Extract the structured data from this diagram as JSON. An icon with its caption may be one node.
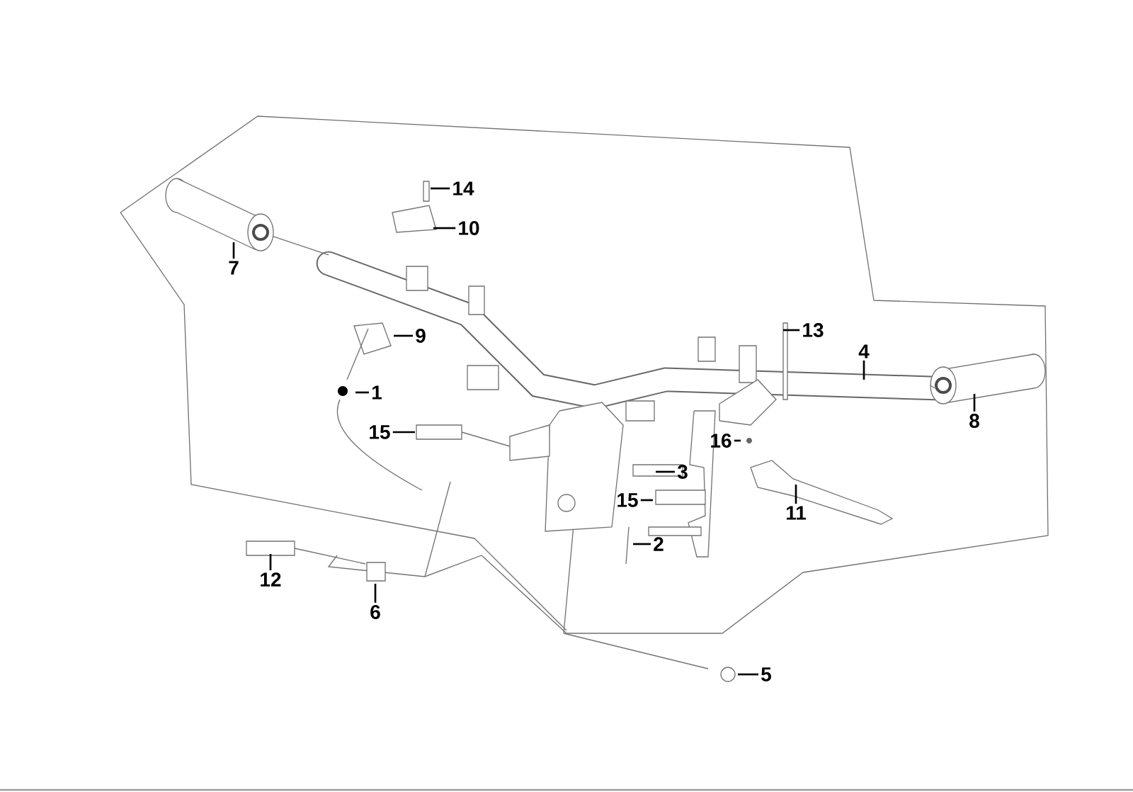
{
  "diagram": {
    "nodes": [
      {
        "text": [
          "14"
        ]
      },
      {
        "text": [
          "10"
        ]
      },
      {
        "text": [
          "7"
        ]
      },
      {
        "text": [
          "13"
        ]
      },
      {
        "text": [
          "9"
        ]
      },
      {
        "text": [
          "4"
        ]
      },
      {
        "text": [
          "1"
        ]
      },
      {
        "text": [
          "8"
        ]
      },
      {
        "text": [
          "15"
        ]
      },
      {
        "text": [
          "16"
        ]
      },
      {
        "text": [
          "3"
        ]
      },
      {
        "text": [
          "15"
        ]
      },
      {
        "text": [
          "11"
        ]
      },
      {
        "text": [
          "2"
        ]
      },
      {
        "text": [
          "12"
        ]
      },
      {
        "text": [
          "6"
        ]
      },
      {
        "text": [
          "5"
        ]
      }
    ],
    "edges": [
      {
        "from": 0,
        "to": null,
        "arrow": "none"
      },
      {
        "from": 1,
        "to": null,
        "arrow": "none"
      },
      {
        "from": 2,
        "to": null,
        "arrow": "none"
      },
      {
        "from": 3,
        "to": null,
        "arrow": "none"
      },
      {
        "from": 4,
        "to": null,
        "arrow": "none"
      },
      {
        "from": 5,
        "to": null,
        "arrow": "none"
      },
      {
        "from": 6,
        "to": null,
        "arrow": "none"
      },
      {
        "from": 7,
        "to": null,
        "arrow": "none"
      },
      {
        "from": 8,
        "to": null,
        "arrow": "none"
      },
      {
        "from": 9,
        "to": null,
        "arrow": "none"
      },
      {
        "from": 10,
        "to": null,
        "arrow": "none"
      },
      {
        "from": 11,
        "to": null,
        "arrow": "none"
      },
      {
        "from": 12,
        "to": null,
        "arrow": "none"
      },
      {
        "from": 13,
        "to": null,
        "arrow": "none"
      },
      {
        "from": 14,
        "to": null,
        "arrow": "none"
      },
      {
        "from": 15,
        "to": null,
        "arrow": "none"
      },
      {
        "from": 16,
        "to": null,
        "arrow": "none"
      }
    ]
  }
}
